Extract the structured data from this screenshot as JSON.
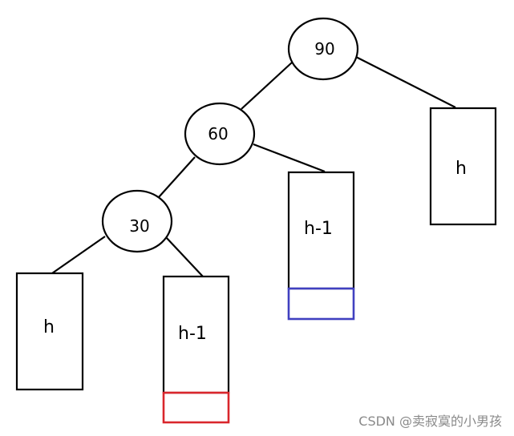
{
  "nodes": {
    "n90": "90",
    "n60": "60",
    "n30": "30"
  },
  "subtrees": {
    "right_of_90": "h",
    "right_of_60": "h-1",
    "left_of_30": "h",
    "right_of_30": "h-1"
  },
  "colors": {
    "stroke": "#000000",
    "added_red": "#d9262c",
    "added_blue": "#4040c0",
    "watermark": "#8a8a8a"
  },
  "watermark": "CSDN @卖寂寞的小男孩"
}
